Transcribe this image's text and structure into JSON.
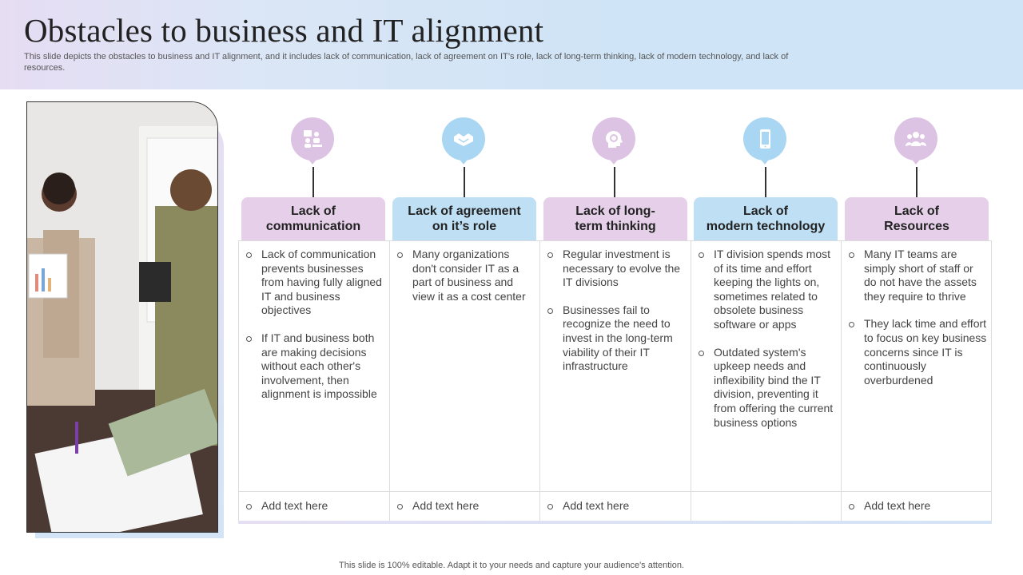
{
  "header": {
    "title": "Obstacles to business and IT alignment",
    "subtitle": "This slide depicts the obstacles to business and IT alignment, and it includes lack of communication, lack of agreement on IT’s role, lack of long-term thinking, lack of modern technology, and lack of resources."
  },
  "columns": [
    {
      "heading": "Lack of communication",
      "heading_lines": [
        "Lack of",
        "communication"
      ],
      "icon": "team-meeting-icon",
      "color": "#dcc3e3",
      "bullets": [
        "Lack of communication prevents businesses from having fully aligned IT and business objectives",
        "If IT and business both are making decisions without each other's involvement, then alignment is impossible"
      ],
      "footer_text": "Add text here"
    },
    {
      "heading": "Lack of agreement on it's role",
      "heading_lines": [
        "Lack of agreement",
        "on it’s role"
      ],
      "icon": "handshake-icon",
      "color": "#a9d6f2",
      "bullets": [
        "Many organizations don't consider IT as a part of business and view it as a cost center"
      ],
      "footer_text": "Add text here"
    },
    {
      "heading": "Lack of long-term thinking",
      "heading_lines": [
        "Lack of long-",
        "term thinking"
      ],
      "icon": "head-gear-icon",
      "color": "#dcc3e3",
      "bullets": [
        "Regular investment is necessary to evolve the IT divisions",
        "Businesses fail to recognize the need to invest in the long-term viability of their IT infrastructure"
      ],
      "footer_text": "Add text here"
    },
    {
      "heading": "Lack of modern technology",
      "heading_lines": [
        "Lack of",
        "modern technology"
      ],
      "icon": "smartphone-icon",
      "color": "#a9d6f2",
      "bullets": [
        "IT division spends most of its time and effort keeping the lights on, sometimes related to obsolete business software or apps",
        "Outdated system's upkeep needs and inflexibility  bind the IT division, preventing it from offering the current business options"
      ],
      "footer_text": ""
    },
    {
      "heading": "Lack of Resources",
      "heading_lines": [
        "Lack of",
        "Resources"
      ],
      "icon": "people-group-icon",
      "color": "#dcc3e3",
      "bullets": [
        "Many IT teams are simply short of staff or do not have the assets they require to thrive",
        "They lack time and effort to focus on key business concerns since IT is continuously overburdened"
      ],
      "footer_text": "Add text here"
    }
  ],
  "footer": {
    "note": "This slide is 100% editable. Adapt it to your needs and capture your audience's attention."
  }
}
